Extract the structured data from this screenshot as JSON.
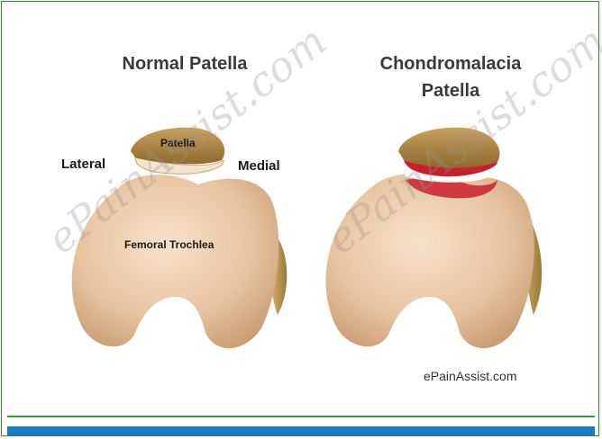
{
  "titles": {
    "normal": "Normal Patella",
    "chondro_line1": "Chondromalacia",
    "chondro_line2": "Patella"
  },
  "labels": {
    "patella": "Patella",
    "lateral": "Lateral",
    "medial": "Medial",
    "femoral_trochlea": "Femoral Trochlea"
  },
  "watermark": "ePainAssist.com",
  "credit": "ePainAssist.com",
  "colors": {
    "border": "#2e8b2e",
    "bar": "#1a7ac4",
    "bone": "#e9c7a4",
    "bone_shadow": "#b88a60",
    "cartilage": "#a07a3c",
    "damage": "#c8202a"
  }
}
